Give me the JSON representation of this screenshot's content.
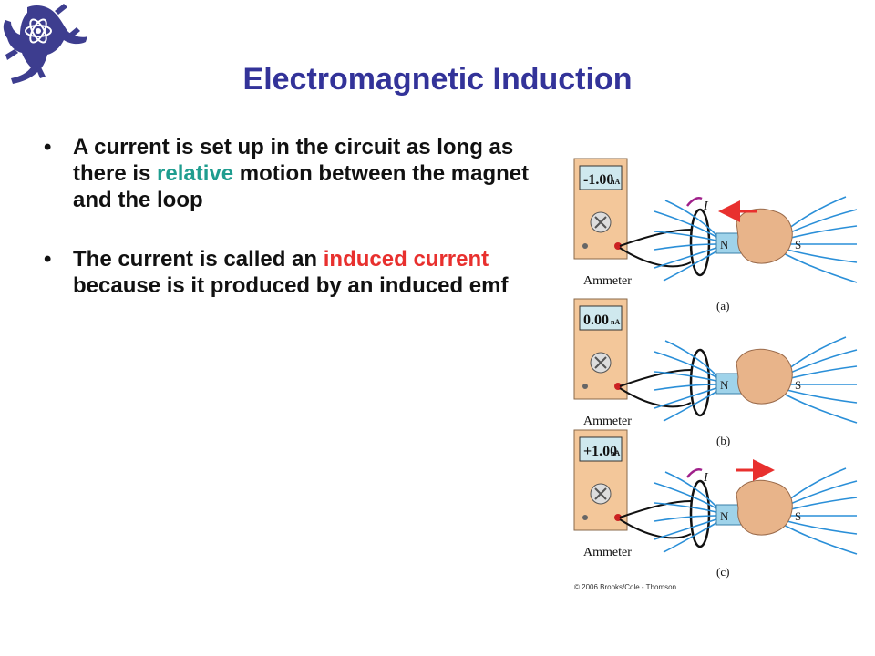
{
  "slide": {
    "title": "Electromagnetic Induction",
    "bullets": [
      {
        "before": "A current is set up in the circuit as long as there is ",
        "highlight": "relative",
        "after": " motion between the magnet and the loop"
      },
      {
        "before": "The current is called an ",
        "highlight": "induced current",
        "after": " because is it produced by an induced emf"
      }
    ]
  },
  "figure": {
    "panels": [
      {
        "reading": "-1.00",
        "unit": "nA",
        "caption": "(a)",
        "arrow": "left",
        "current_label": "I"
      },
      {
        "reading": "0.00",
        "unit": "nA",
        "caption": "(b)",
        "arrow": "none",
        "current_label": ""
      },
      {
        "reading": "+1.00",
        "unit": "nA",
        "caption": "(c)",
        "arrow": "right",
        "current_label": "I"
      }
    ],
    "ammeter_label": "Ammeter",
    "magnet_north": "N",
    "magnet_south": "S",
    "copyright": "© 2006 Brooks/Cole - Thomson"
  },
  "colors": {
    "title": "#333399",
    "green_highlight": "#1f9d8f",
    "red_highlight": "#e8302e",
    "field_lines": "#2a8fd8",
    "meter_body": "#f3c79a",
    "logo": "#3d3d8f"
  },
  "icons": {
    "logo": "lizard-atom-logo-icon"
  }
}
